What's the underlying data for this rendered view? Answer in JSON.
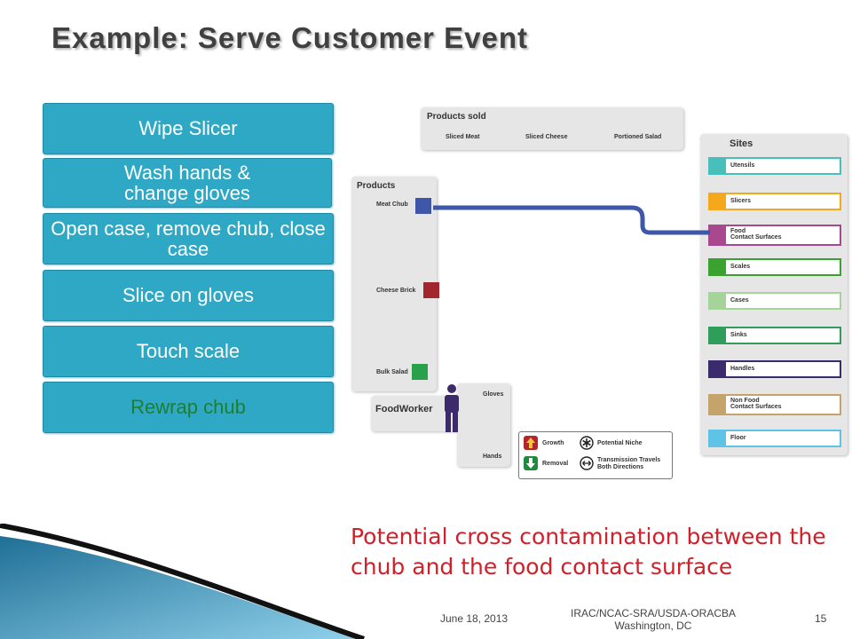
{
  "slide": {
    "title": "Example: Serve Customer Event",
    "steps": [
      {
        "label": "Wipe Slicer"
      },
      {
        "label": "Wash hands & change gloves"
      },
      {
        "label": "Open case, remove chub, close case"
      },
      {
        "label": "Slice on gloves"
      },
      {
        "label": "Touch scale"
      },
      {
        "label": "Rewrap chub"
      }
    ],
    "note": "Potential cross contamination between the chub and the food contact surface",
    "footer": {
      "date": "June 18, 2013",
      "org_line1": "IRAC/NCAC-SRA/USDA-ORACBA",
      "org_line2": "Washington, DC",
      "page": "15"
    }
  },
  "diagram": {
    "products_sold": {
      "title": "Products sold",
      "items": [
        "Sliced Meat",
        "Sliced Cheese",
        "Portioned Salad"
      ]
    },
    "products": {
      "title": "Products",
      "items": [
        {
          "label": "Meat Chub",
          "color": "#3f57a8"
        },
        {
          "label": "Cheese Brick",
          "color": "#a3262e"
        },
        {
          "label": "Bulk Salad",
          "color": "#27a24a"
        }
      ]
    },
    "foodworker": {
      "title": "FoodWorker",
      "gloves": "Gloves",
      "hands": "Hands",
      "figure_color": "#3d2a6a"
    },
    "legend": {
      "growth": "Growth",
      "removal": "Removal",
      "niche": "Potential Niche",
      "transmission": "Transmission Travels Both Directions",
      "growth_color": "#b5242c",
      "removal_color": "#1f8a3e"
    },
    "sites": {
      "title": "Sites",
      "items": [
        {
          "label": "Utensils",
          "color": "#48bfbb"
        },
        {
          "label": "Slicers",
          "color": "#f5a81c"
        },
        {
          "label": "Food Contact Surfaces",
          "color": "#a9478f"
        },
        {
          "label": "Scales",
          "color": "#3aa22f"
        },
        {
          "label": "Cases",
          "color": "#a4d49a"
        },
        {
          "label": "Sinks",
          "color": "#2f9e5a"
        },
        {
          "label": "Handles",
          "color": "#3a2b6e"
        },
        {
          "label": "Non Food Contact Surfaces",
          "color": "#c4a46a"
        },
        {
          "label": "Floor",
          "color": "#5ec3e6"
        }
      ]
    },
    "path_color": "#3f57a8"
  }
}
